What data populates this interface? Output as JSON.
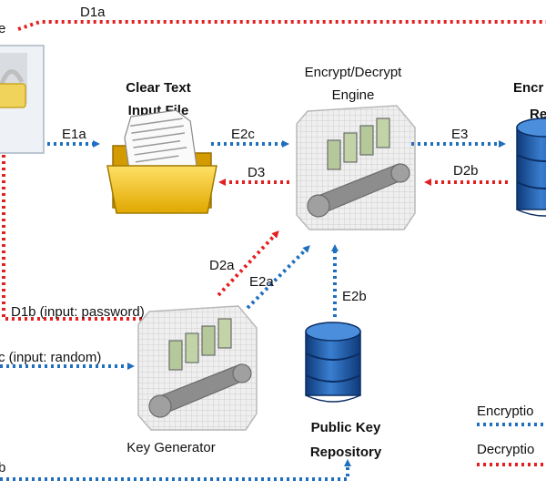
{
  "labels": {
    "d1a": "D1a",
    "e1a": "E1a",
    "e2c": "E2c",
    "d3": "D3",
    "e3": "E3",
    "d2b": "D2b",
    "d2a": "D2a",
    "e2a": "E2a",
    "e2b": "E2b",
    "d1b": "D1b (input: password)",
    "e1c": "c (input: random)",
    "e1b": "b",
    "left_top": "e"
  },
  "nodes": {
    "clear_text_line1": "Clear Text",
    "clear_text_line2": "Input File",
    "engine_line1": "Encrypt/Decrypt",
    "engine_line2": "Engine",
    "encrypted_line1": "Encr",
    "encrypted_line2": "Re",
    "key_generator": "Key Generator",
    "public_key_line1": "Public Key",
    "public_key_line2": "Repository"
  },
  "legend": {
    "encryption": "Encryptio",
    "decryption": "Decryptio"
  },
  "colors": {
    "encryption_flow": "#1f6fbf",
    "decryption_flow": "#e32020",
    "database_blue": "#1b4f9a",
    "folder_yellow": "#f2c21a"
  }
}
